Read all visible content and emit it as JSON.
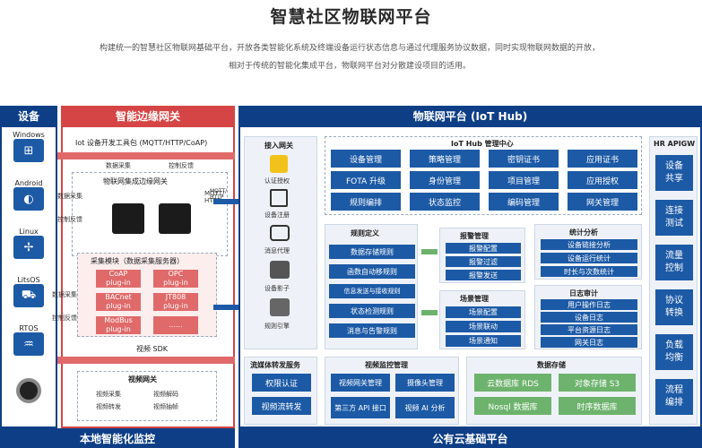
{
  "title": "智慧社区物联网平台",
  "intro": [
    "构建统一的智慧社区物联网基础平台，开放各类智能化系统及终端设备运行状态信息与通过代理服务协议数据，同时实现物联网数据的开放，",
    "相对于传统的智能化集成平台，物联网平台对分散建设项目的适用。"
  ],
  "columns": {
    "devices": "设备",
    "edge": "智能边缘网关",
    "hub": "物联网平台 (IoT Hub)"
  },
  "footers": {
    "local": "本地智能化监控",
    "cloud": "公有云基础平台"
  },
  "devices": [
    "Windows",
    "Android",
    "Linux",
    "LitsOS",
    "RTOS"
  ],
  "edge": {
    "sdk_title": "Iot 设备开发工具包 (MQTT/HTTP/CoAP)",
    "sdk_collect": "数据采集",
    "sdk_control": "控制反馈",
    "gw_title": "物联网集成边缘网关",
    "mqtt": "MQTT/\nHTTP",
    "collect_title": "采集模块（数据采集服务器）",
    "plugins": [
      "CoAP\nplug-in",
      "OPC\nplug-in",
      "BACnet\nplug-in",
      "JT808\nplug-in",
      "ModBus\nplug-in",
      "......"
    ],
    "side_a": "数据采集",
    "side_b": "控制反馈",
    "side_c": "数据采集",
    "side_d": "控制反馈",
    "mqtt2": "MQTT/\nHTTP",
    "video_sdk": "视频 SDK",
    "video_gw": "视频网关",
    "video_items": [
      "视频采集",
      "视频解码",
      "视频转发",
      "视频抽帧"
    ]
  },
  "hub": {
    "access": {
      "title": "接入网关",
      "items": [
        "认证授权",
        "设备注册",
        "消息代理",
        "设备影子",
        "规则引擎"
      ]
    },
    "mgmt": {
      "title": "IoT Hub 管理中心",
      "grid": [
        "设备管理",
        "策略管理",
        "密钥证书",
        "应用证书",
        "FOTA 升级",
        "身份管理",
        "项目管理",
        "应用授权",
        "规则编排",
        "状态监控",
        "编码管理",
        "网关管理"
      ]
    },
    "rules": {
      "title": "规则定义",
      "items": [
        "数据存储规则",
        "函数自动移规则",
        "信息发送与接收规则",
        "状态检测规则",
        "消息与告警规则"
      ]
    },
    "alarm": {
      "title": "报警管理",
      "items": [
        "报警配置",
        "报警过滤",
        "报警发送"
      ]
    },
    "scene": {
      "title": "场景管理",
      "items": [
        "场景配置",
        "场景联动",
        "场景通知"
      ]
    },
    "stats": {
      "title": "统计分析",
      "items": [
        "设备链接分析",
        "设备运行统计",
        "时长与次数统计"
      ]
    },
    "audit": {
      "title": "日志审计",
      "items": [
        "用户操作日志",
        "设备日志",
        "平台资源日志",
        "网关日志"
      ]
    },
    "stream": {
      "title": "流媒体转发服务",
      "items": [
        "权限认证",
        "视频流转发"
      ]
    },
    "video": {
      "title": "视频监控管理",
      "items": [
        "视频网关管理",
        "摄像头管理",
        "第三方 API 接口",
        "视频 AI 分析"
      ]
    },
    "storage": {
      "title": "数据存储",
      "items": [
        "云数据库 RDS",
        "对象存储 S3",
        "Nosql 数据库",
        "时序数据库"
      ]
    },
    "apigw": {
      "title": "HR APIGW",
      "items": [
        "设备\n共享",
        "连接\n测试",
        "流量\n控制",
        "协议\n转换",
        "负载\n均衡",
        "流程\n编排"
      ]
    }
  },
  "colors": {
    "navy": "#0e3f86",
    "blue": "#1c5aa6",
    "red": "#d64545",
    "light_red": "#e06a6a",
    "green": "#6db36d"
  }
}
